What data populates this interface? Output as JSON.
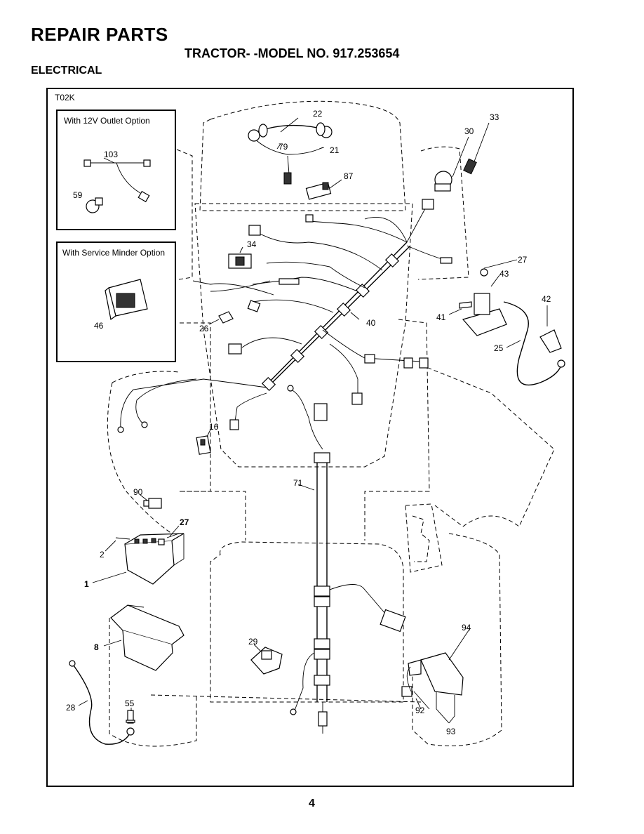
{
  "header": {
    "title": "REPAIR PARTS",
    "subtitle": "TRACTOR- -MODEL NO. 917.253654",
    "section": "ELECTRICAL"
  },
  "diagram": {
    "code": "T02K",
    "option_12v": {
      "title": "With 12V Outlet Option",
      "parts": [
        "103",
        "59"
      ]
    },
    "option_service": {
      "title": "With Service Minder Option",
      "parts": [
        "46"
      ]
    },
    "callouts": {
      "p1": "1",
      "p2": "2",
      "p8": "8",
      "p16": "16",
      "p21": "21",
      "p22": "22",
      "p25": "25",
      "p26": "26",
      "p27a": "27",
      "p27b": "27",
      "p28": "28",
      "p29": "29",
      "p30": "30",
      "p33": "33",
      "p34": "34",
      "p40": "40",
      "p41": "41",
      "p42": "42",
      "p43": "43",
      "p55": "55",
      "p71": "71",
      "p79": "79",
      "p87": "87",
      "p90": "90",
      "p92": "92",
      "p93": "93",
      "p94": "94"
    }
  },
  "footer": {
    "page_number": "4"
  }
}
